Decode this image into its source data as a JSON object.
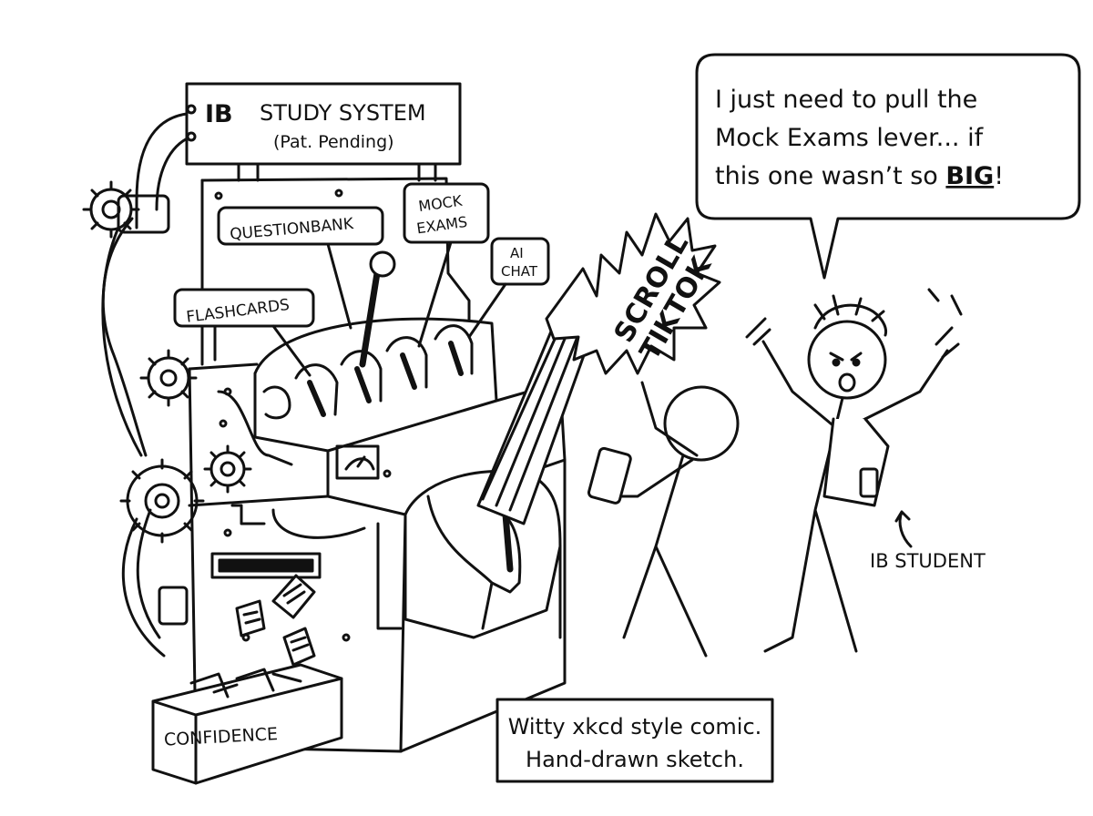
{
  "machine": {
    "title_ib": "IB",
    "title_rest": "STUDY SYSTEM",
    "subtitle": "(Pat. Pending)",
    "levers": {
      "flashcards": "FLASHCARDS",
      "questionbank": "QUESTIONBANK",
      "mock_line1": "MOCK",
      "mock_line2": "EXAMS",
      "ai_line1": "AI",
      "ai_line2": "CHAT"
    },
    "output_box": "CONFIDENCE"
  },
  "giant_lever": {
    "line1": "SCROLL",
    "line2": "TIKTOK"
  },
  "speech_bubble": {
    "line1": "I just need to pull the",
    "line2": "Mock Exams lever... if",
    "line3_prefix": "this one wasn’t so ",
    "line3_emph": "BIG",
    "line3_suffix": "!"
  },
  "student_label": "IB STUDENT",
  "caption": {
    "line1": "Witty xkcd style comic.",
    "line2": "Hand-drawn sketch."
  }
}
